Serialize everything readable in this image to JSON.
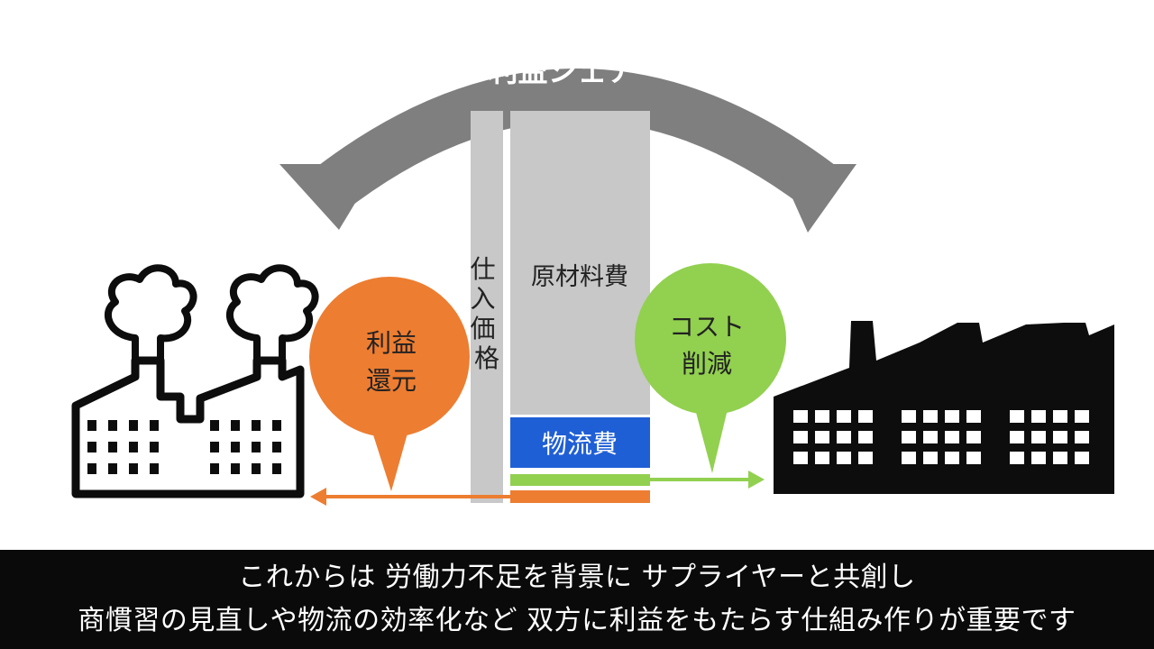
{
  "diagram": {
    "profit_share_label": "利益シェア",
    "purchase_price_label": "仕入価格",
    "raw_material_label": "原材料費",
    "logistics_label": "物流費",
    "profit_return_label_line1": "利益",
    "profit_return_label_line2": "還元",
    "cost_reduction_label_line1": "コスト",
    "cost_reduction_label_line2": "削減"
  },
  "colors": {
    "arrow_gray": "#7f7f7f",
    "bar_gray": "#c8c8c8",
    "orange": "#ed7d31",
    "green": "#92d050",
    "blue": "#1f5fd6",
    "black": "#0d0d0d"
  },
  "caption": {
    "line1": "これからは 労働力不足を背景に サプライヤーと共創し",
    "line2": "商慣習の見直しや物流の効率化など 双方に利益をもたらす仕組み作りが重要です"
  }
}
